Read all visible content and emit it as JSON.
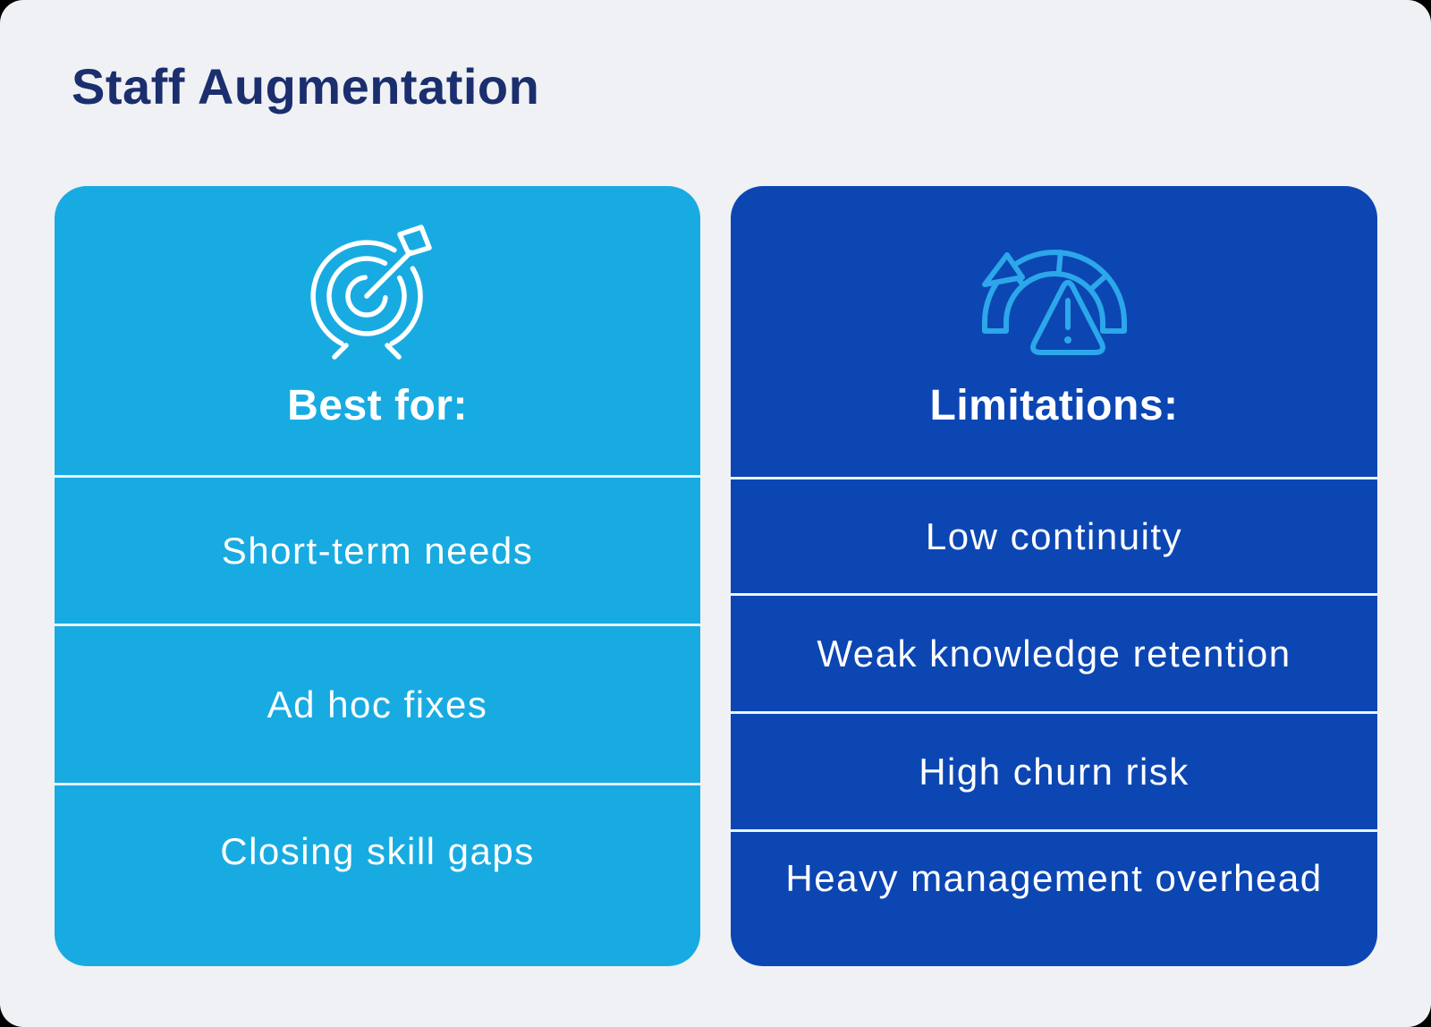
{
  "title": "Staff Augmentation",
  "colors": {
    "page_background": "#EFF1F4",
    "corner_background": "#000000",
    "title_text": "#1B2E6E",
    "best_card_background": "#18ABE2",
    "limitations_card_background": "#0C46B3",
    "card_text": "#FFFFFF",
    "divider": "#E7F4FB",
    "best_icon_stroke": "#FFFFFF",
    "limitations_icon_stroke": "#2BA7EA"
  },
  "cards": [
    {
      "heading": "Best for:",
      "icon": "target-arrow-icon",
      "rows": [
        "Short-term needs",
        "Ad hoc fixes",
        "Closing skill gaps"
      ]
    },
    {
      "heading": "Limitations:",
      "icon": "gauge-warning-icon",
      "rows": [
        "Low continuity",
        "Weak knowledge retention",
        "High churn risk",
        "Heavy management overhead"
      ]
    }
  ]
}
